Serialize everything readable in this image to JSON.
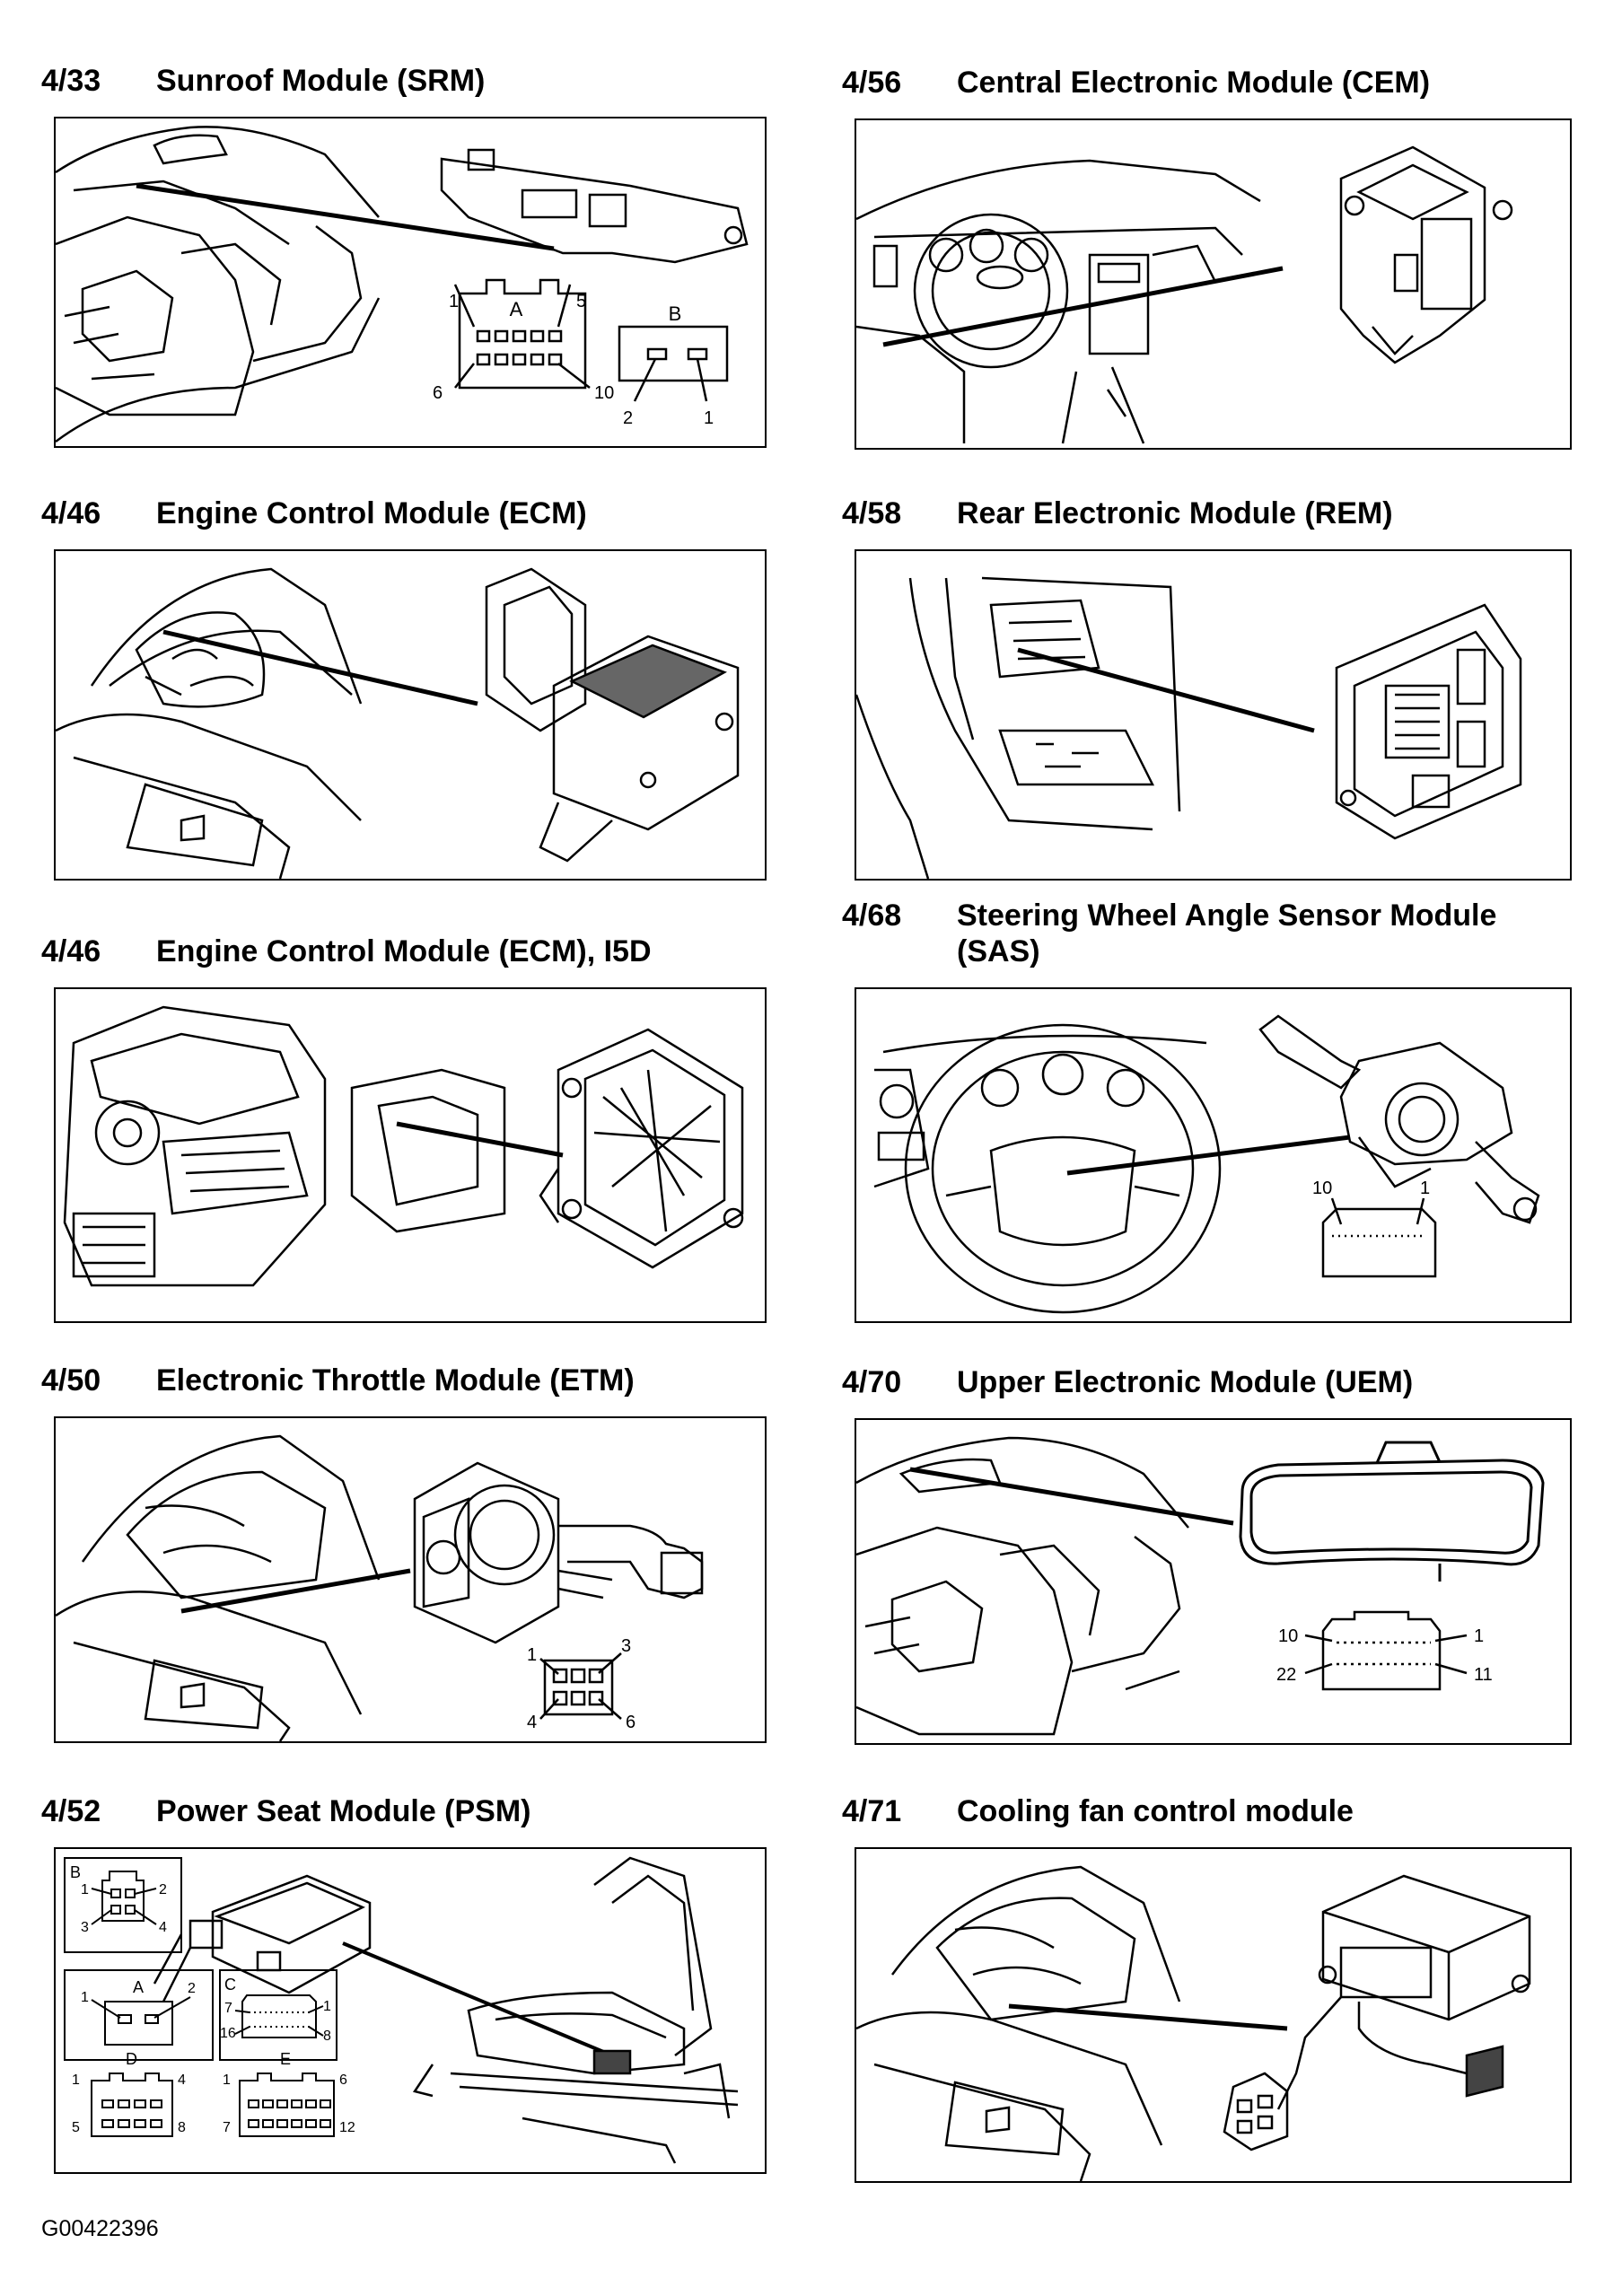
{
  "panels": [
    {
      "code": "4/33",
      "title": "Sunroof Module (SRM)",
      "title2": "",
      "labels": {
        "connector_a": "A",
        "connector_b": "B",
        "a_pin_1": "1",
        "a_pin_5": "5",
        "a_pin_6": "6",
        "a_pin_10": "10",
        "b_pin_2": "2",
        "b_pin_1": "1"
      }
    },
    {
      "code": "4/56",
      "title": "Central Electronic Module (CEM)",
      "title2": "",
      "labels": {}
    },
    {
      "code": "4/46",
      "title": "Engine Control Module (ECM)",
      "title2": "",
      "labels": {}
    },
    {
      "code": "4/58",
      "title": "Rear Electronic Module (REM)",
      "title2": "",
      "labels": {}
    },
    {
      "code": "4/46",
      "title": "Engine Control Module (ECM), I5D",
      "title2": "",
      "labels": {}
    },
    {
      "code": "4/68",
      "title": "Steering Wheel Angle Sensor Module",
      "title2": "(SAS)",
      "labels": {
        "pin_10": "10",
        "pin_1": "1"
      }
    },
    {
      "code": "4/50",
      "title": "Electronic Throttle Module (ETM)",
      "title2": "",
      "labels": {
        "pin_1": "1",
        "pin_3": "3",
        "pin_4": "4",
        "pin_6": "6"
      }
    },
    {
      "code": "4/70",
      "title": "Upper Electronic Module (UEM)",
      "title2": "",
      "labels": {
        "pin_10": "10",
        "pin_1": "1",
        "pin_22": "22",
        "pin_11": "11"
      }
    },
    {
      "code": "4/52",
      "title": "Power Seat Module (PSM)",
      "title2": "",
      "labels": {
        "conn_b": "B",
        "b1": "1",
        "b2": "2",
        "b3": "3",
        "b4": "4",
        "conn_a": "A",
        "a1": "1",
        "a2": "2",
        "conn_c": "C",
        "c7": "7",
        "c1": "1",
        "c16": "16",
        "c8": "8",
        "conn_d": "D",
        "d1": "1",
        "d4": "4",
        "d5": "5",
        "d8": "8",
        "conn_e": "E",
        "e1": "1",
        "e6": "6",
        "e7": "7",
        "e12": "12"
      }
    },
    {
      "code": "4/71",
      "title": "Cooling fan control module",
      "title2": "",
      "labels": {}
    }
  ],
  "footer_code": "G00422396"
}
